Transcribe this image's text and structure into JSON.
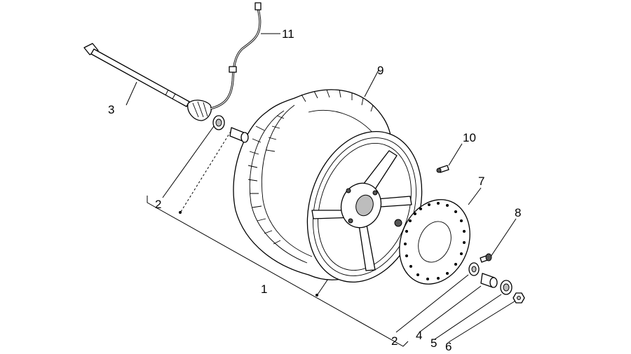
{
  "callouts": [
    {
      "id": "label-1",
      "text": "1"
    },
    {
      "id": "label-2-upper",
      "text": "2"
    },
    {
      "id": "label-2-lower",
      "text": "2"
    },
    {
      "id": "label-3",
      "text": "3"
    },
    {
      "id": "label-4",
      "text": "4"
    },
    {
      "id": "label-5",
      "text": "5"
    },
    {
      "id": "label-6",
      "text": "6"
    },
    {
      "id": "label-7",
      "text": "7"
    },
    {
      "id": "label-8",
      "text": "8"
    },
    {
      "id": "label-9",
      "text": "9"
    },
    {
      "id": "label-10",
      "text": "10"
    },
    {
      "id": "label-11",
      "text": "11"
    }
  ]
}
